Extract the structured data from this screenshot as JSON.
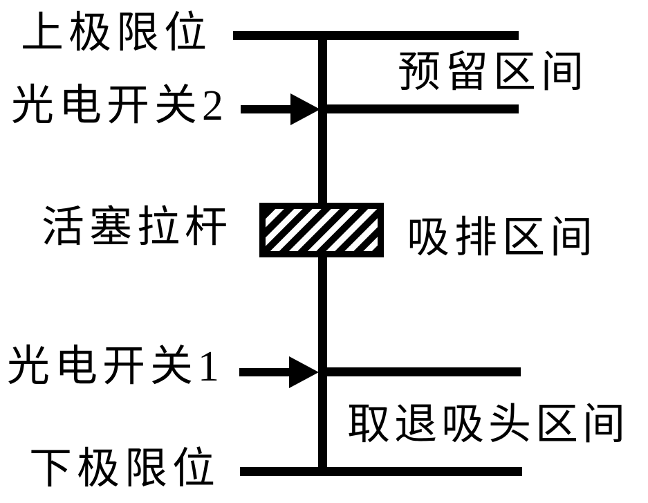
{
  "labels": {
    "upper_limit": "上极限位",
    "photo_switch_2": "光电开关2",
    "piston_rod": "活塞拉杆",
    "photo_switch_1": "光电开关1",
    "lower_limit": "下极限位",
    "reserved_zone": "预留区间",
    "suction_discharge_zone": "吸排区间",
    "pickup_return_tip_zone": "取退吸头区间"
  },
  "colors": {
    "line": "#000000",
    "background": "#ffffff"
  }
}
